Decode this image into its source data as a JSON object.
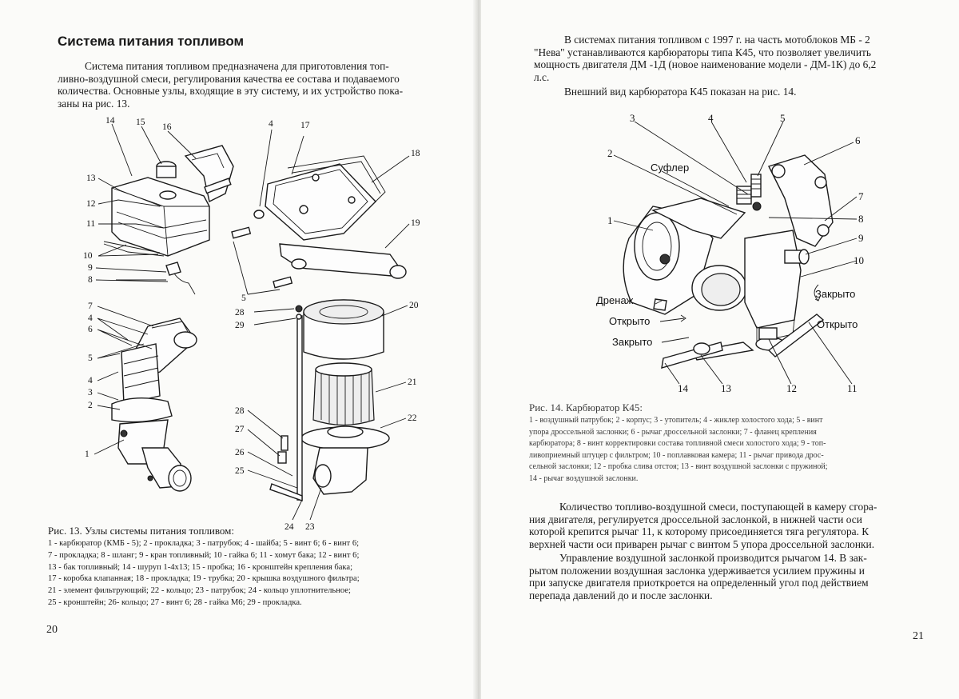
{
  "left_page": {
    "title": "Система питания топливом",
    "intro_lines": [
      "Система питания топливом предназначена для приготовления топ-",
      "ливно-воздушной смеси, регулирования качества ее состава и подаваемого",
      "количества. Основные узлы, входящие в эту систему, и их устройство пока-",
      "заны на рис. 13."
    ],
    "figure_labels": {
      "l14": "14",
      "l15": "15",
      "l16": "16",
      "l4": "4",
      "l17": "17",
      "l18": "18",
      "l13": "13",
      "l12": "12",
      "l11": "11",
      "l19": "19",
      "l10": "10",
      "l9": "9",
      "l8": "8",
      "l5a": "5",
      "l28a": "28",
      "l29": "29",
      "l20": "20",
      "l7": "7",
      "l4b": "4",
      "l6": "6",
      "l5b": "5",
      "l4c": "4",
      "l3": "3",
      "l2": "2",
      "l1": "1",
      "l21": "21",
      "l22": "22",
      "l28b": "28",
      "l27": "27",
      "l26": "26",
      "l25": "25",
      "l24": "24",
      "l23": "23"
    },
    "caption_title": "Рис. 13. Узлы системы питания топливом:",
    "caption_lines": [
      "1 - карбюратор (КМБ - 5); 2 - прокладка; 3 - патрубок; 4 - шайба; 5 - винт 6; 6 - винт 6;",
      "7 - прокладка; 8 - шланг; 9 - кран топливный; 10 - гайка 6; 11 - хомут бака; 12 - винт 6;",
      "13 - бак топливный; 14 - шуруп 1-4х13; 15 - пробка; 16 - кронштейн крепления бака;",
      "17 - коробка клапанная; 18 - прокладка; 19 - трубка; 20 - крышка воздушного фильтра;",
      "21 - элемент фильтрующий; 22 - кольцо; 23 - патрубок; 24 - кольцо уплотнительное;",
      "25 - кронштейн; 26- кольцо; 27 - винт 6; 28 - гайка М6; 29 - прокладка."
    ],
    "page_number": "20"
  },
  "right_page": {
    "intro_lines": [
      "В системах питания топливом с 1997 г. на часть мотоблоков МБ - 2",
      "\"Нева\" устанавливаются карбюраторы типа К45, что позволяет увеличить",
      "мощность двигателя ДМ -1Д (новое наименование модели - ДМ-1К) до 6,2",
      "л.с."
    ],
    "view_line": "Внешний вид карбюратора К45 показан на рис. 14.",
    "figure_labels": {
      "l3": "3",
      "l4": "4",
      "l5": "5",
      "l6": "6",
      "l2": "2",
      "l7": "7",
      "l8": "8",
      "l1": "1",
      "l9": "9",
      "l10": "10",
      "l14": "14",
      "l13": "13",
      "l12": "12",
      "l11": "11",
      "sufler": "Суфлер",
      "drenazh": "Дренаж",
      "otkryto_l": "Открыто",
      "zakryto_l": "Закрыто",
      "zakryto_r": "Закрыто",
      "otkryto_r": "Открыто"
    },
    "caption_title": "Рис. 14. Карбюратор К45:",
    "caption_lines": [
      "1 - воздушный патрубок; 2 - корпус; 3 - утопитель; 4 - жиклер холостого хода; 5 - винт",
      "упора дроссельной заслонки; 6 - рычаг дроссельной заслонки; 7 - фланец крепления",
      "карбюратора; 8 - винт корректировки состава топливной смеси холостого хода; 9 - топ-",
      "ливоприемный штуцер с фильтром; 10 - поплавковая камера; 11 - рычаг привода дрос-",
      "сельной заслонки; 12 - пробка слива отстоя; 13 - винт воздушной заслонки с пружиной;",
      "14 - рычаг воздушной заслонки."
    ],
    "para1_lines": [
      "Количество топливо-воздушной смеси, поступающей в камеру сгора-",
      "ния двигателя, регулируется дроссельной заслонкой, в нижней части оси",
      "которой крепится рычаг 11, к которому присоединяется тяга регулятора. К",
      "верхней части оси приварен рычаг с винтом 5 упора дроссельной заслонки."
    ],
    "para2_lines": [
      "Управление воздушной заслонкой производится рычагом 14. В зак-",
      "рытом положении воздушная заслонка удерживается усилием пружины и",
      "при запуске двигателя приоткроется на определенный угол под действием",
      "перепада давлений до и после заслонки."
    ],
    "page_number": "21"
  }
}
